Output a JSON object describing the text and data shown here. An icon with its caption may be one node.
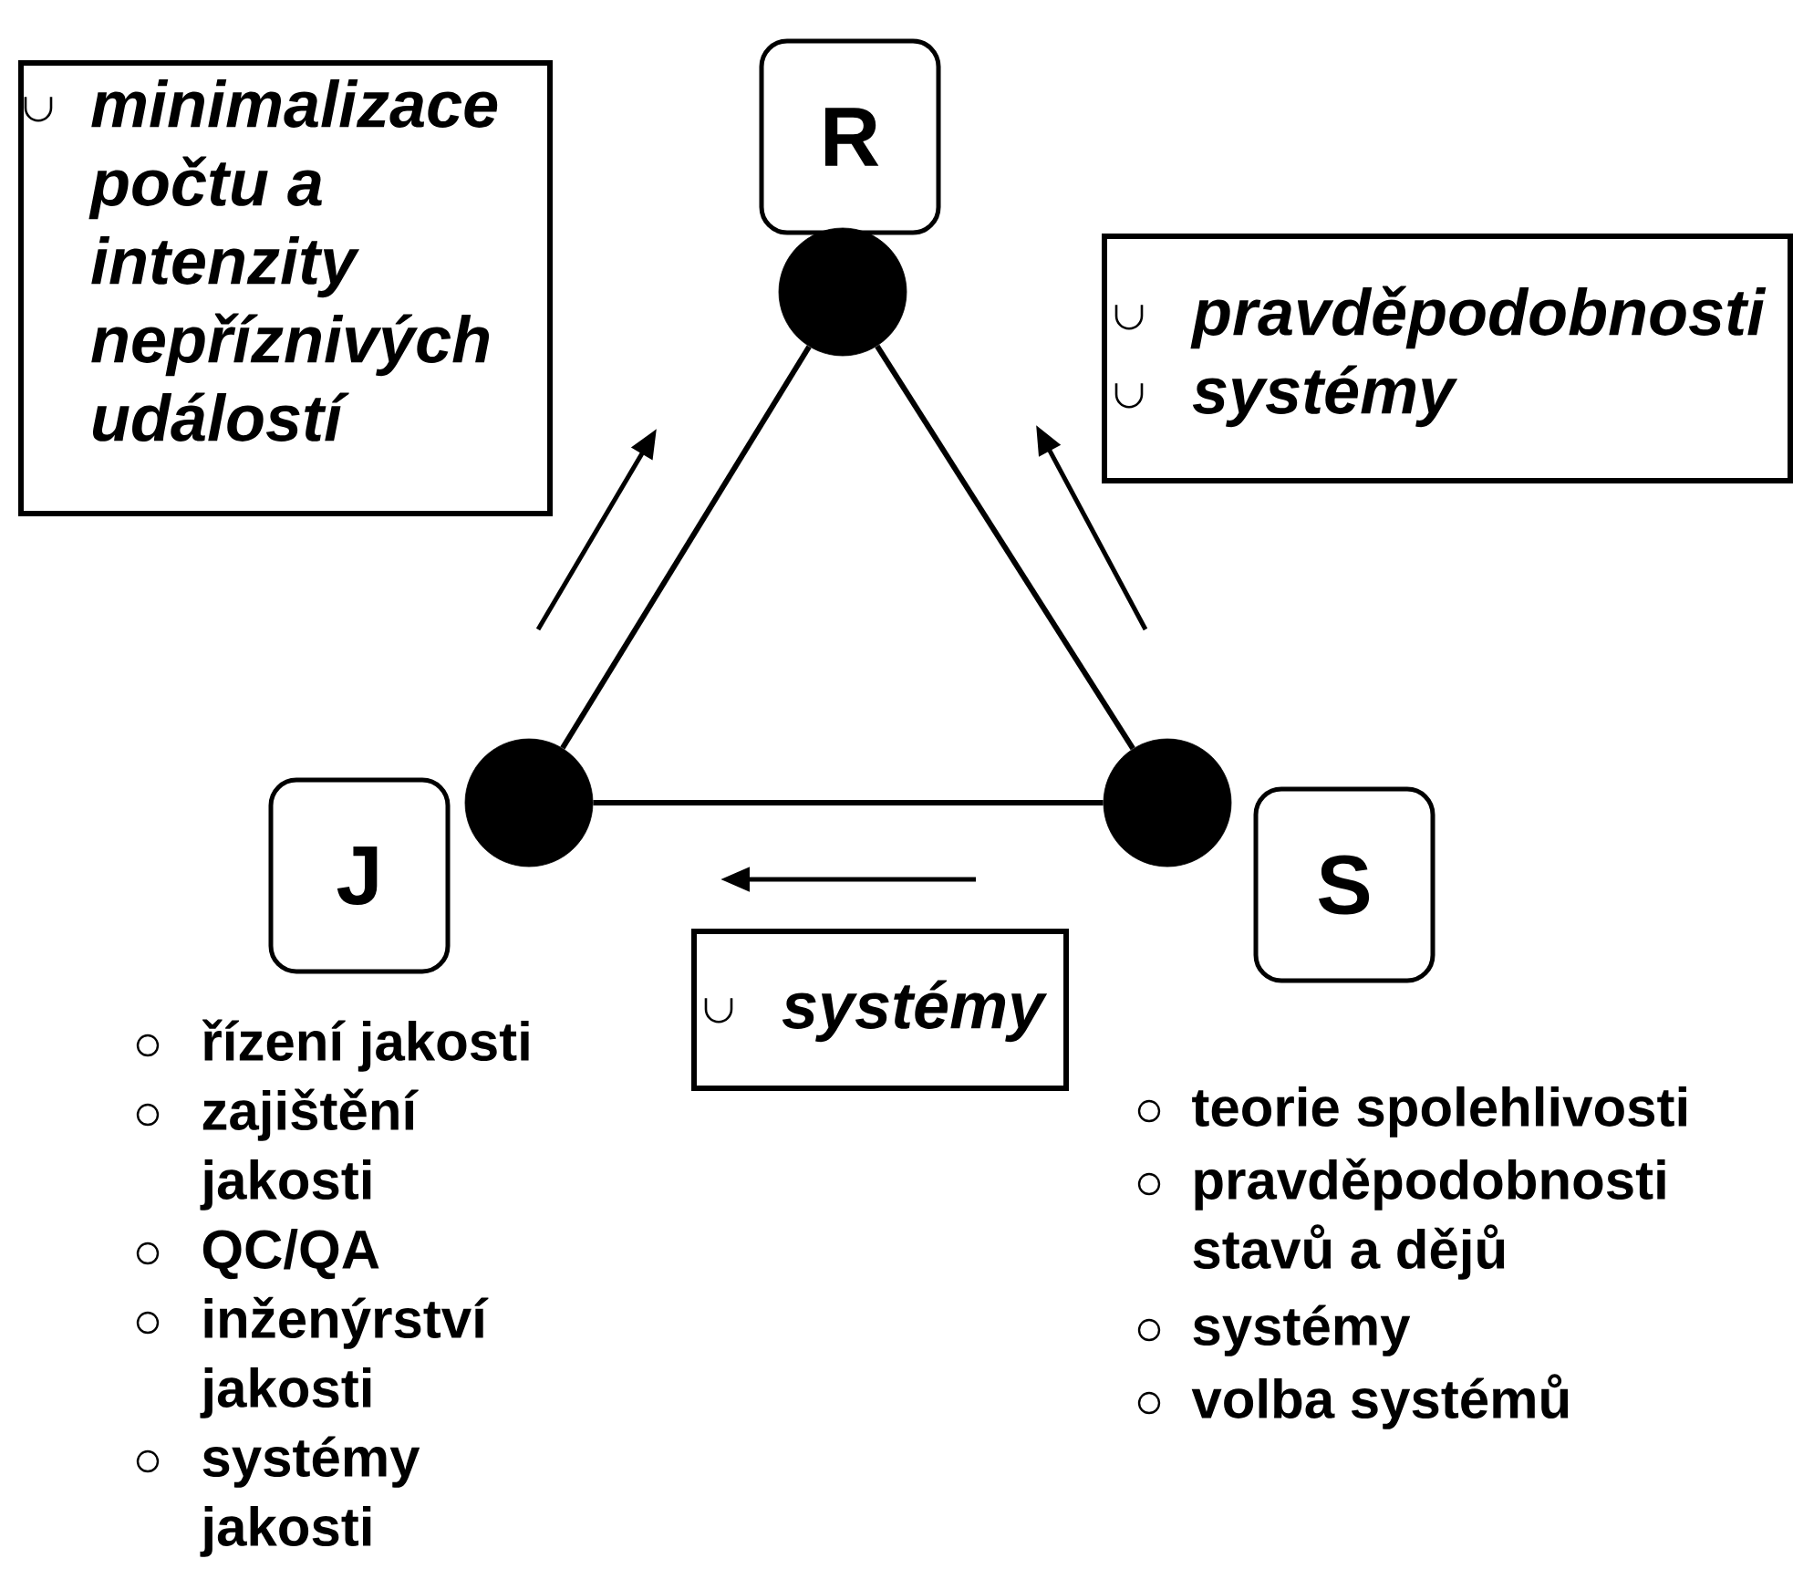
{
  "diagram": {
    "nodes": [
      {
        "text": [
          "R"
        ]
      },
      {
        "text": [
          "minimalizace počtu a intenzity nepříznivých událostí"
        ]
      },
      {
        "text": [
          "pravděpodobnosti",
          "systémy"
        ]
      },
      {
        "text": [],
        "shape": "circle"
      },
      {
        "text": [],
        "shape": "circle"
      },
      {
        "text": [],
        "shape": "circle"
      },
      {
        "text": [
          "J"
        ]
      },
      {
        "text": [
          "S"
        ]
      },
      {
        "text": [
          "systémy"
        ]
      }
    ],
    "edges": [
      {
        "from": 3,
        "to": 4,
        "arrow": "none"
      },
      {
        "from": 3,
        "to": 5,
        "arrow": "none"
      },
      {
        "from": 4,
        "to": 5,
        "arrow": "none"
      }
    ],
    "labels": [
      "řízení jakosti",
      "zajištění jakosti",
      "QC/QA",
      "inženýrství jakosti",
      "systémy jakosti",
      "teorie spolehlivosti",
      "pravděpodobnosti stavů a dějů",
      "systémy",
      "volba systémů"
    ]
  }
}
